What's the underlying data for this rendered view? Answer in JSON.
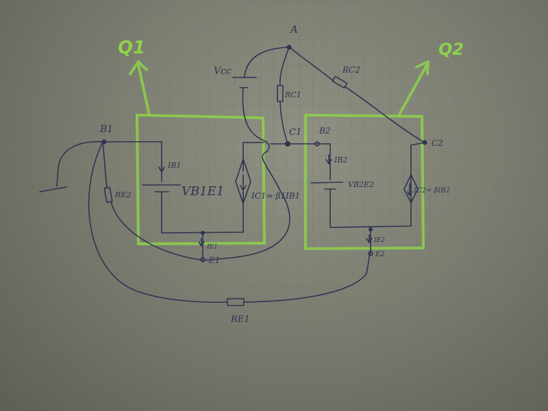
{
  "diagram": {
    "title_labels": {
      "q1": "Q1",
      "q2": "Q2"
    },
    "nodes": {
      "a": "A",
      "b1": "B1",
      "c1": "C1",
      "e1": "E1",
      "b2": "B2",
      "c2": "C2",
      "e2": "E2"
    },
    "components": {
      "vcc": "Vcc",
      "rc1": "RC1",
      "rc2": "RC2",
      "re2": "RE2",
      "re1": "RE1",
      "vb1e1": "VB1E1",
      "vb2e2": "VB2E2",
      "ib1": "IB1",
      "ib2": "IB2",
      "ie1": "IE1",
      "ie2": "IE2",
      "ic1": "IC1= β1IB1",
      "ic2": "IC2= βIB2"
    },
    "colors": {
      "ink": "#2e3350",
      "highlight": "#8fd14a",
      "paper": "#8f9184"
    }
  }
}
